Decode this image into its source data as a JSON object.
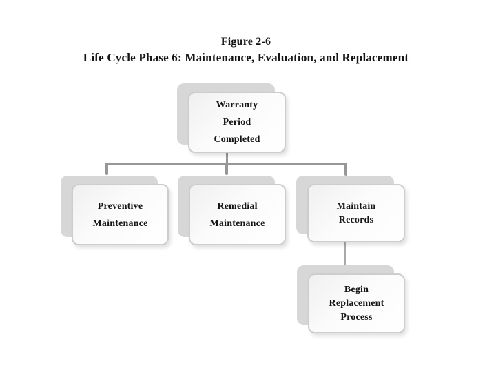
{
  "title": {
    "line1": "Figure 2-6",
    "line2": "Life Cycle Phase 6: Maintenance, Evaluation, and Replacement"
  },
  "diagram": {
    "type": "flowchart",
    "nodes": [
      {
        "id": "warranty",
        "label": "Warranty\nPeriod\nCompleted"
      },
      {
        "id": "preventive",
        "label": "Preventive\nMaintenance"
      },
      {
        "id": "remedial",
        "label": "Remedial\nMaintenance"
      },
      {
        "id": "maintain",
        "label": "Maintain\nRecords"
      },
      {
        "id": "begin",
        "label": "Begin\nReplacement\nProcess"
      }
    ],
    "edges": [
      {
        "from": "warranty",
        "to": "preventive"
      },
      {
        "from": "warranty",
        "to": "remedial"
      },
      {
        "from": "warranty",
        "to": "maintain"
      },
      {
        "from": "maintain",
        "to": "begin"
      }
    ]
  },
  "colors": {
    "background": "#ffffff",
    "box_fill": "#ffffff",
    "box_border": "#cdcdcd",
    "box_shadow_sheet": "#d7d7d7",
    "connector": "#979797",
    "text": "#151515"
  }
}
